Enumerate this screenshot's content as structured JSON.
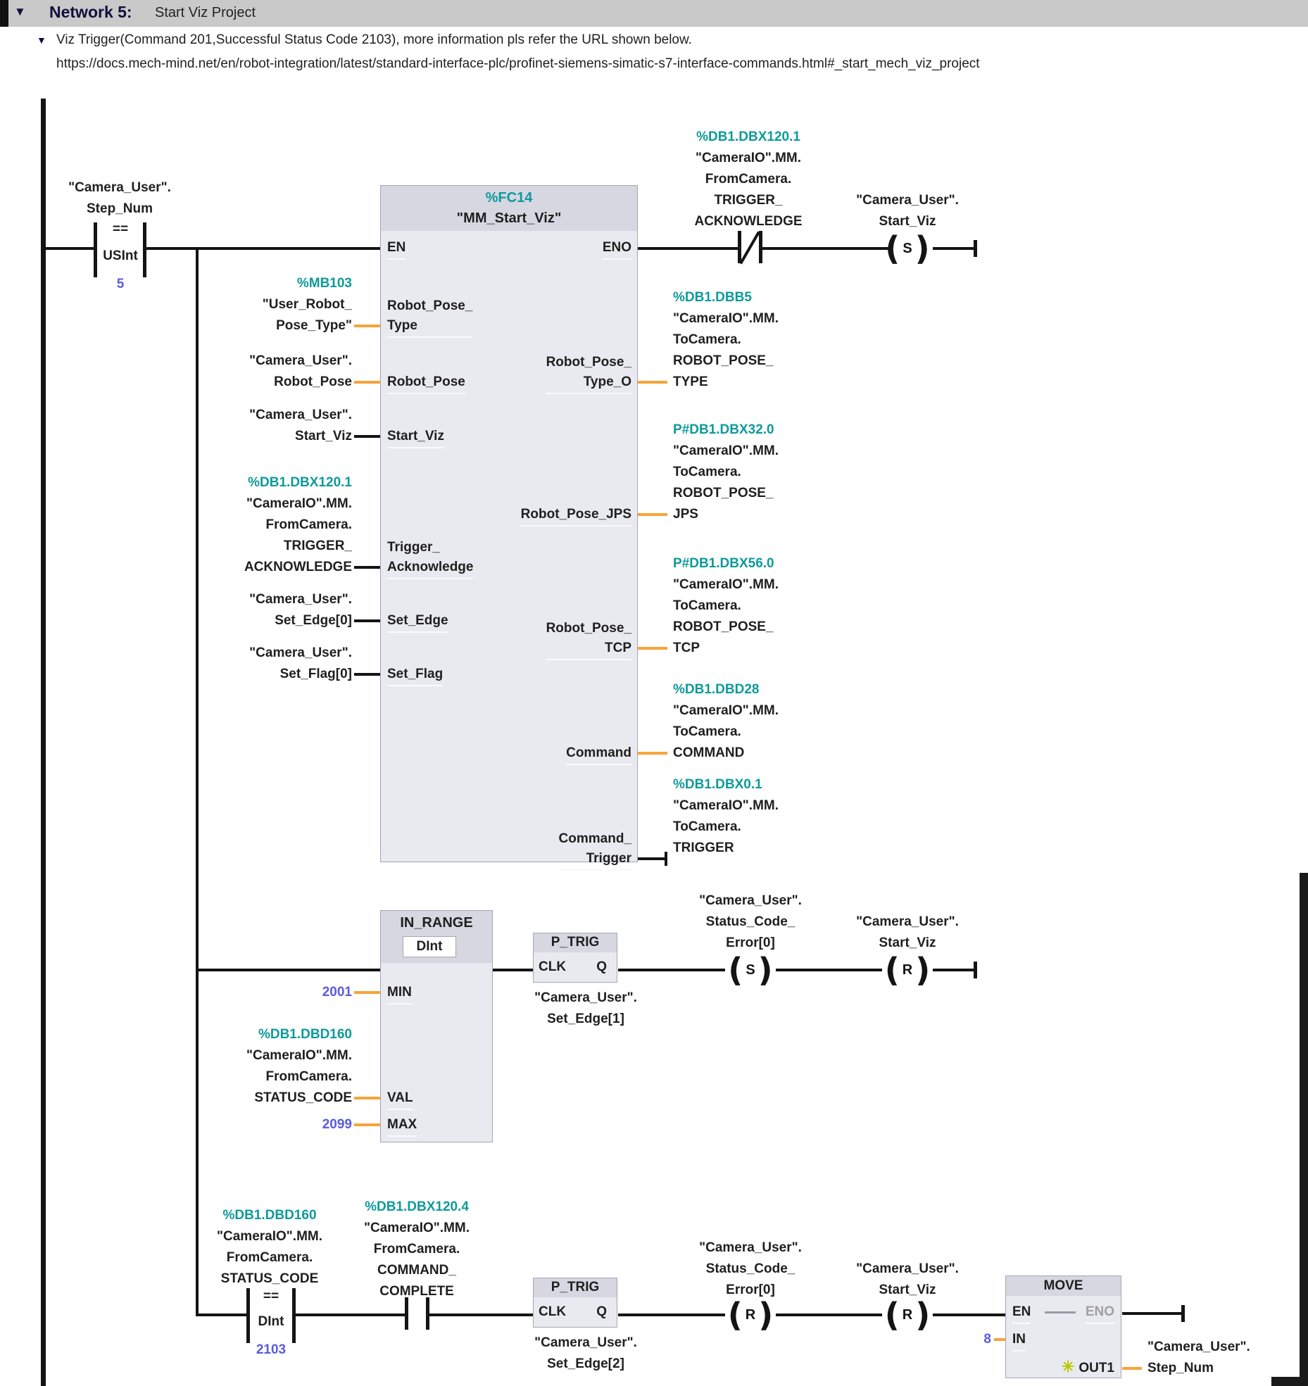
{
  "hdr": {
    "tri": "▼",
    "title": "Network 5:",
    "subtitle": "Start Viz Project"
  },
  "comment": {
    "tri": "▼",
    "l1": "Viz Trigger(Command 201,Successful Status Code 2103), more information pls refer the URL shown below.",
    "l2": "https://docs.mech-mind.net/en/robot-integration/latest/standard-interface-plc/profinet-siemens-simatic-s7-interface-commands.html#_start_mech_viz_project"
  },
  "c1": {
    "l": [
      "\"Camera_User\".",
      "Step_Num"
    ],
    "op": "==",
    "t": "USInt",
    "v": "5"
  },
  "fc": {
    "addr": "%FC14",
    "name": "\"MM_Start_Viz\"",
    "en": "EN",
    "eno": "ENO",
    "p_type": [
      "Robot_Pose_",
      "Type"
    ],
    "p_pose": "Robot_Pose",
    "p_sviz": "Start_Viz",
    "p_tack": [
      "Trigger_",
      "Acknowledge"
    ],
    "p_sedge": "Set_Edge",
    "p_sflag": "Set_Flag",
    "q_typeo": [
      "Robot_Pose_",
      "Type_O"
    ],
    "q_jps": "Robot_Pose_JPS",
    "q_tcp": [
      "Robot_Pose_",
      "TCP"
    ],
    "q_cmd": "Command",
    "q_ctrig": [
      "Command_",
      "Trigger"
    ]
  },
  "ol": {
    "ptype": [
      "%MB103",
      "\"User_Robot_",
      "Pose_Type\""
    ],
    "rpose": [
      "\"Camera_User\".",
      "Robot_Pose"
    ],
    "sviz": [
      "\"Camera_User\".",
      "Start_Viz"
    ],
    "tack": [
      "%DB1.DBX120.1",
      "\"CameraIO\".MM.",
      "FromCamera.",
      "TRIGGER_",
      "ACKNOWLEDGE"
    ],
    "sedge": [
      "\"Camera_User\".",
      "Set_Edge[0]"
    ],
    "sflag": [
      "\"Camera_User\".",
      "Set_Flag[0]"
    ]
  },
  "or": {
    "type": [
      "%DB1.DBB5",
      "\"CameraIO\".MM.",
      "ToCamera.",
      "ROBOT_POSE_",
      "TYPE"
    ],
    "jps": [
      "P#DB1.DBX32.0",
      "\"CameraIO\".MM.",
      "ToCamera.",
      "ROBOT_POSE_",
      "JPS"
    ],
    "tcp": [
      "P#DB1.DBX56.0",
      "\"CameraIO\".MM.",
      "ToCamera.",
      "ROBOT_POSE_",
      "TCP"
    ],
    "cmd": [
      "%DB1.DBD28",
      "\"CameraIO\".MM.",
      "ToCamera.",
      "COMMAND"
    ],
    "trig": [
      "%DB1.DBX0.1",
      "\"CameraIO\".MM.",
      "ToCamera.",
      "TRIGGER"
    ]
  },
  "nc": {
    "l": [
      "%DB1.DBX120.1",
      "\"CameraIO\".MM.",
      "FromCamera.",
      "TRIGGER_",
      "ACKNOWLEDGE"
    ]
  },
  "coil1": {
    "sym": "S",
    "l": [
      "\"Camera_User\".",
      "Start_Viz"
    ]
  },
  "r2": {
    "range": {
      "title": "IN_RANGE",
      "type": "DInt",
      "min": "MIN",
      "val": "VAL",
      "max": "MAX"
    },
    "minv": "2001",
    "maxv": "2099",
    "status": [
      "%DB1.DBD160",
      "\"CameraIO\".MM.",
      "FromCamera.",
      "STATUS_CODE"
    ],
    "pt": {
      "title": "P_TRIG",
      "clk": "CLK",
      "q": "Q",
      "l": [
        "\"Camera_User\".",
        "Set_Edge[1]"
      ]
    },
    "s": {
      "sym": "S",
      "l": [
        "\"Camera_User\".",
        "Status_Code_",
        "Error[0]"
      ]
    },
    "r": {
      "sym": "R",
      "l": [
        "\"Camera_User\".",
        "Start_Viz"
      ]
    }
  },
  "r3": {
    "cmp": {
      "l": [
        "%DB1.DBD160",
        "\"CameraIO\".MM.",
        "FromCamera.",
        "STATUS_CODE"
      ],
      "op": "==",
      "t": "DInt",
      "v": "2103"
    },
    "no": {
      "l": [
        "%DB1.DBX120.4",
        "\"CameraIO\".MM.",
        "FromCamera.",
        "COMMAND_",
        "COMPLETE"
      ]
    },
    "pt": {
      "title": "P_TRIG",
      "clk": "CLK",
      "q": "Q",
      "l": [
        "\"Camera_User\".",
        "Set_Edge[2]"
      ]
    },
    "ra": {
      "sym": "R",
      "l": [
        "\"Camera_User\".",
        "Status_Code_",
        "Error[0]"
      ]
    },
    "rb": {
      "sym": "R",
      "l": [
        "\"Camera_User\".",
        "Start_Viz"
      ]
    },
    "mv": {
      "title": "MOVE",
      "en": "EN",
      "eno": "ENO",
      "in": "IN",
      "out": "OUT1",
      "star": "✳",
      "inv": "8",
      "l": [
        "\"Camera_User\".",
        "Step_Num"
      ]
    }
  },
  "colors": {
    "address_teal": "#0e9a9a",
    "constant_blue": "#5b5be0",
    "bool_wire": "#141414",
    "value_wire_orange": "#f7a43a",
    "block_fill": "#e9e9f0",
    "block_header": "#d7d7e2",
    "network_bar": "#c9c9c9",
    "substitute_star": "#b7c800"
  }
}
